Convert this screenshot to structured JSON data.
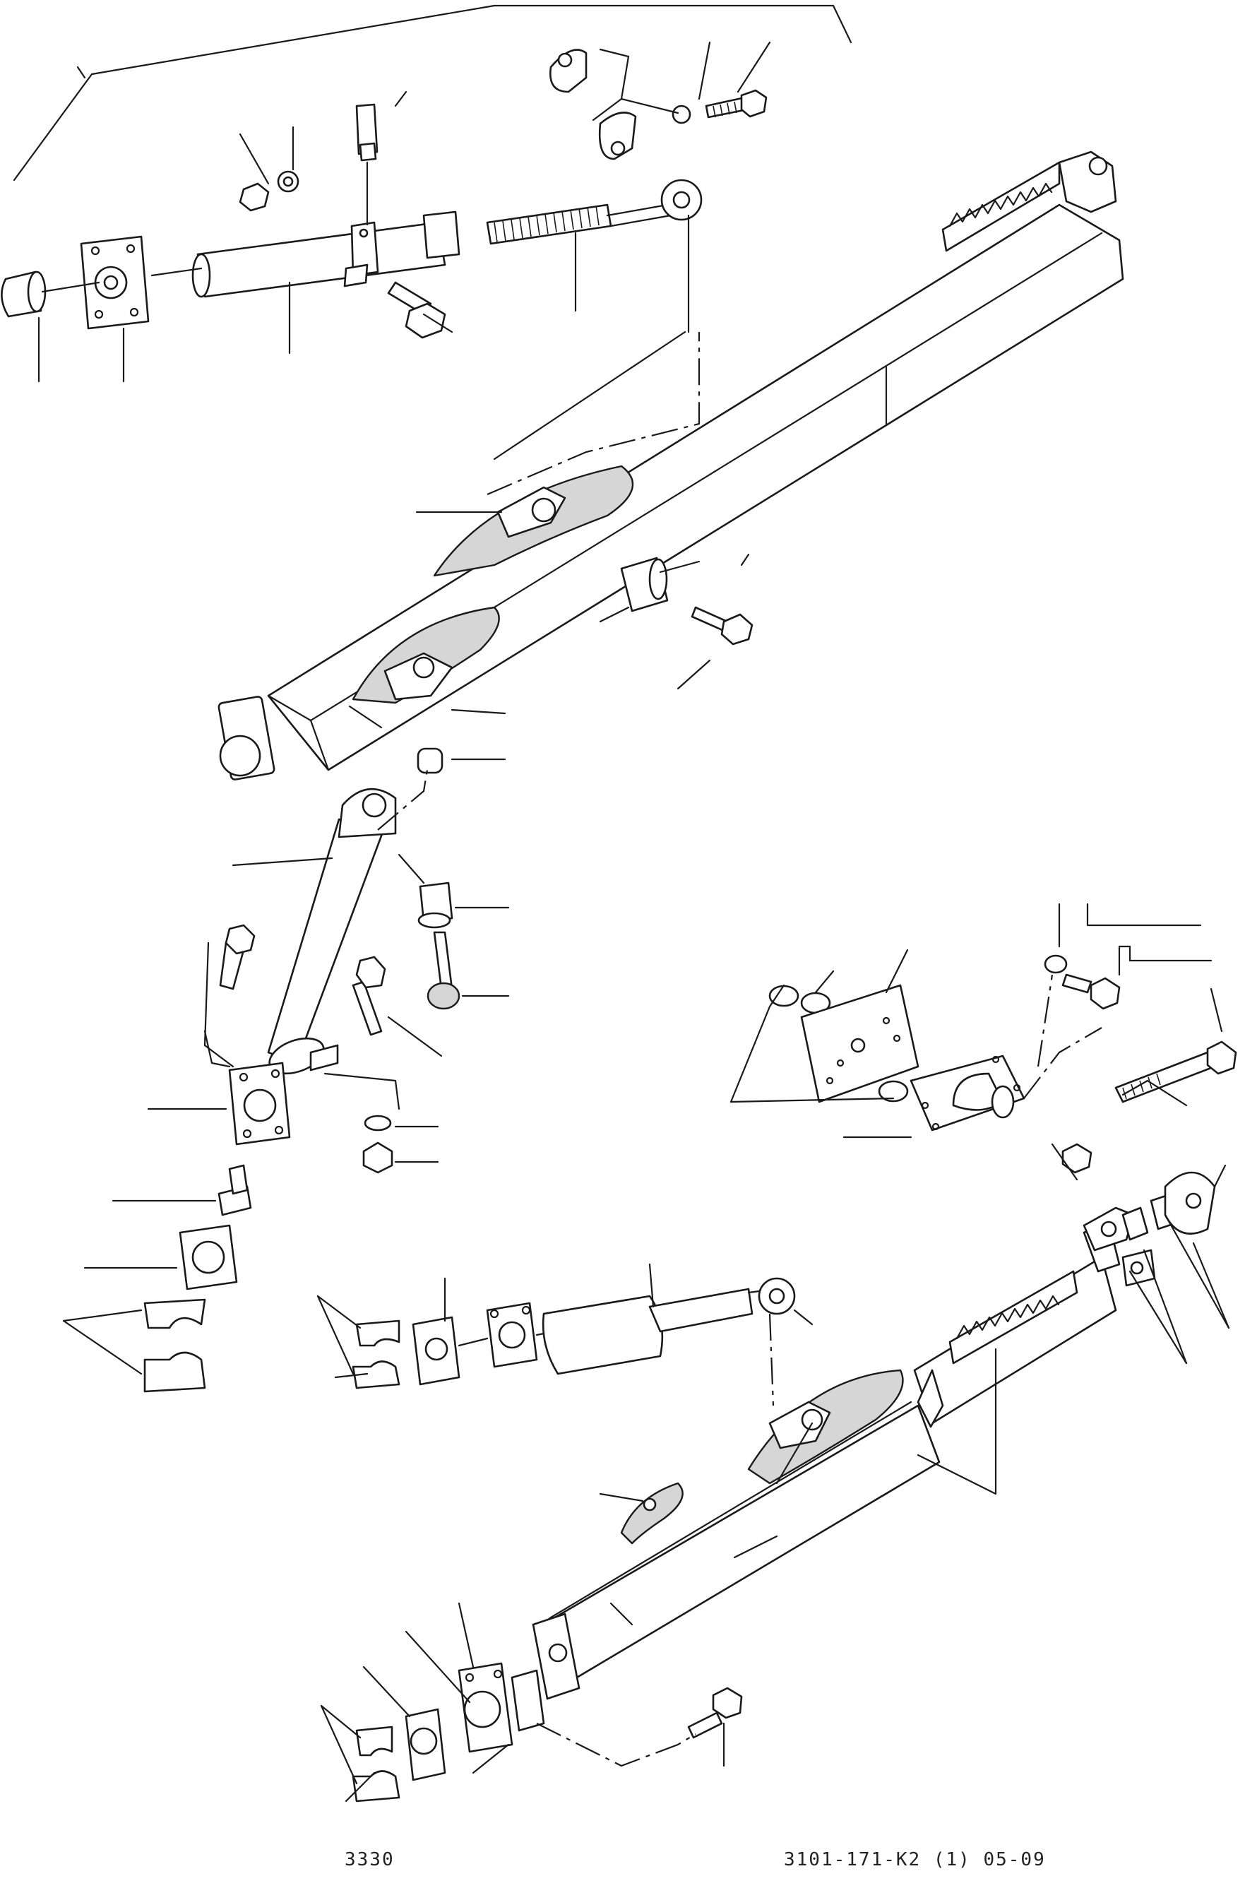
{
  "footer": {
    "left_code": "3330",
    "right_code": "3101-171-K2 (1)  05-09"
  },
  "icons": [
    "ripper-beam-assembly",
    "hydraulic-cylinder",
    "mounting-flange",
    "shim-plate",
    "grease-fitting",
    "bolt",
    "nut",
    "washer",
    "pin",
    "collar",
    "link-bracket",
    "clamp"
  ]
}
